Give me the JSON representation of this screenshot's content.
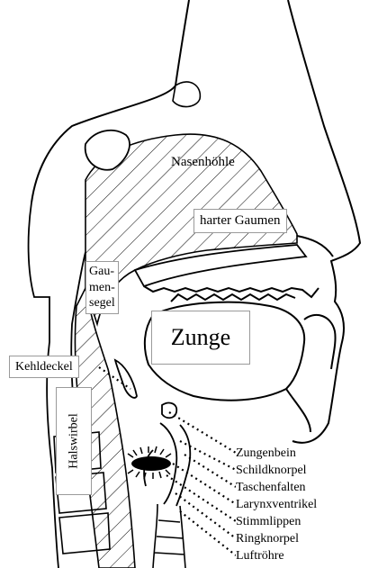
{
  "labels": {
    "nasal_cavity": "Nasenhöhle",
    "hard_palate": "harter Gaumen",
    "soft_palate_1": "Gau-",
    "soft_palate_2": "men-",
    "soft_palate_3": "segel",
    "tongue": "Zunge",
    "epiglottis": "Kehldeckel",
    "cervical_vertebra": "Halswirbel",
    "legend": [
      "Zungenbein",
      "Schildknorpel",
      "Taschenfalten",
      "Larynxventrikel",
      "Stimmlippen",
      "Ringknorpel",
      "Luftröhre"
    ]
  },
  "colors": {
    "ink": "#000000",
    "box_border": "#9a9a9a",
    "background": "#ffffff"
  }
}
